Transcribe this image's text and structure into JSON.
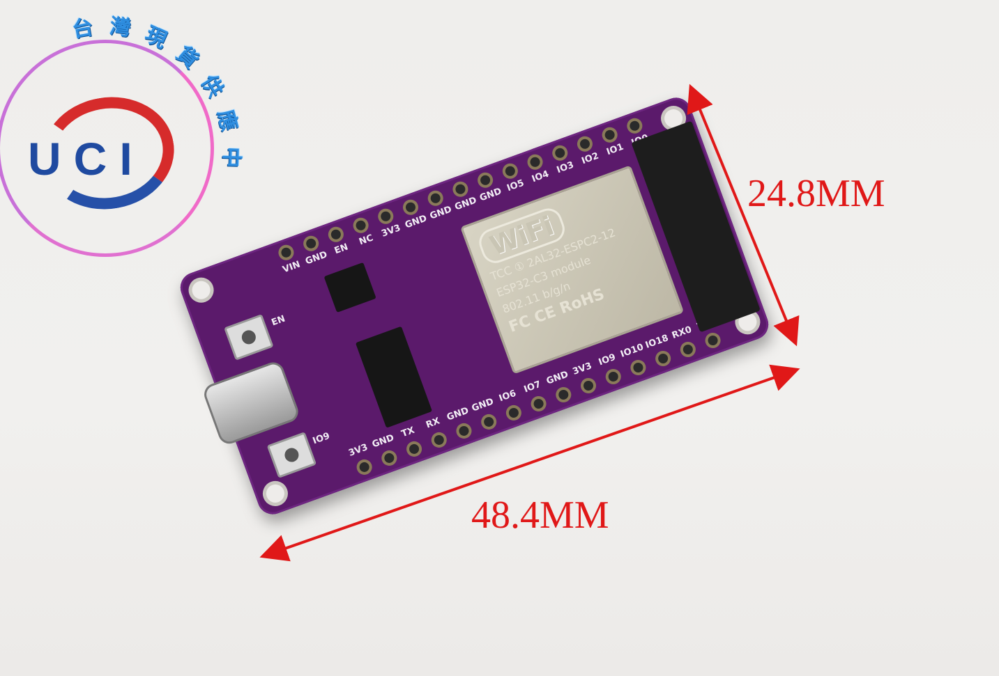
{
  "logo": {
    "brand": "UCI",
    "arc_text": "台灣現貨供應中"
  },
  "board": {
    "top_pins": [
      "VIN",
      "GND",
      "EN",
      "NC",
      "3V3",
      "GND",
      "GND",
      "GND",
      "GND",
      "IO5",
      "IO4",
      "IO3",
      "IO2",
      "IO1",
      "IO0"
    ],
    "bottom_pins": [
      "3V3",
      "GND",
      "TX",
      "RX",
      "GND",
      "GND",
      "IO6",
      "IO7",
      "GND",
      "3V3",
      "IO9",
      "IO10",
      "IO18",
      "RX0",
      "TX0"
    ],
    "button_labels": [
      "EN",
      "IO9"
    ],
    "module": {
      "logo": "WiFi",
      "lines": [
        "TCC ① 2AL32-ESPC2-12",
        "ESP32-C3 module",
        "802.11 b/g/n",
        "FC CE RoHS"
      ]
    }
  },
  "dimensions": {
    "width": "24.8MM",
    "length": "48.4MM",
    "color": "#e01818"
  }
}
